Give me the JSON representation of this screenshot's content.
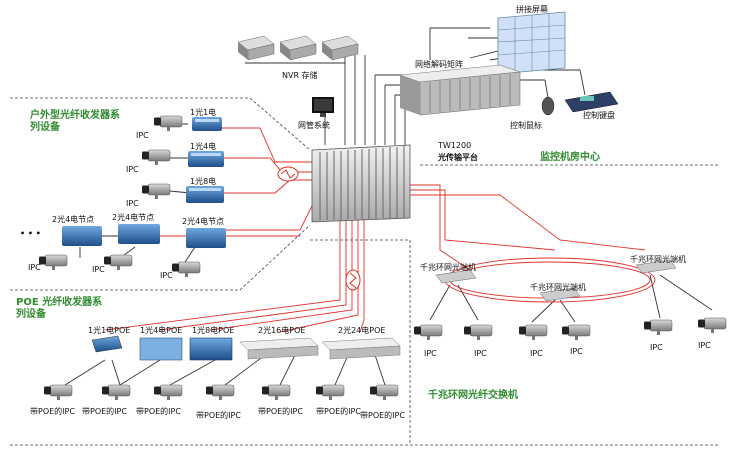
{
  "labels": {
    "stitch_screen": "拼接屏幕",
    "nvr": "NVR 存储",
    "decoder": "网络解码矩阵",
    "mgmt": "网管系统",
    "mouse": "控制鼠标",
    "keyboard": "控制键盘",
    "platform_model": "TW1200",
    "platform_name": "光传输平台",
    "monitor_center": "监控机房中心",
    "outdoor_title_1": "户外型光纤收发器系",
    "outdoor_title_2": "列设备",
    "poe_title_1": "POE 光纤收发器系",
    "poe_title_2": "列设备",
    "ring_title": "千兆环网光纤交换机",
    "ring_node": "千兆环网光端机",
    "ipc": "IPC",
    "poe_ipc": "带POE的IPC",
    "ellipsis": "• • •"
  },
  "outdoor_devices": [
    "1光1电",
    "1光4电",
    "1光8电"
  ],
  "node_devices": [
    "2光4电节点",
    "2光4电节点",
    "2光4电节点"
  ],
  "poe_devices": [
    "1光1电POE",
    "1光4电POE",
    "1光8电POE",
    "2光16电POE",
    "2光24电POE"
  ],
  "colors": {
    "section": "#2e8b2e",
    "fiber": "#e0302a",
    "line": "#333333",
    "device_blue": "#2c5f9e"
  }
}
